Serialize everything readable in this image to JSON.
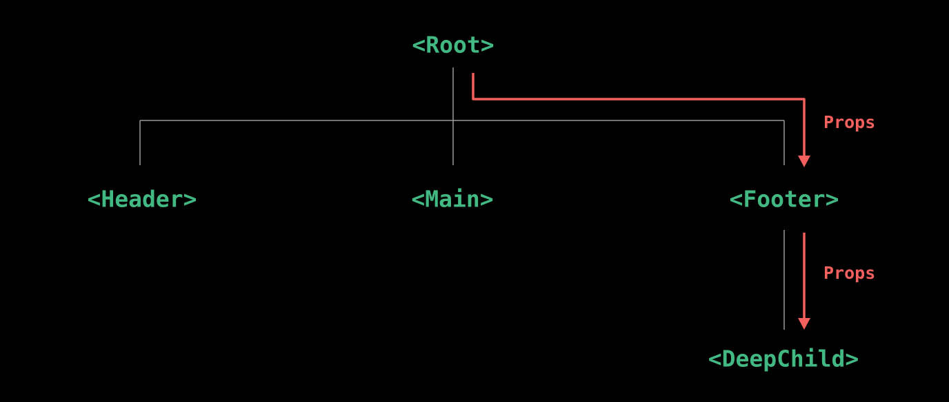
{
  "diagram": {
    "type": "component-tree",
    "nodes": [
      {
        "id": "root",
        "label": "<Root>"
      },
      {
        "id": "header",
        "label": "<Header>"
      },
      {
        "id": "main",
        "label": "<Main>"
      },
      {
        "id": "footer",
        "label": "<Footer>"
      },
      {
        "id": "deepchild",
        "label": "<DeepChild>"
      }
    ],
    "tree_edges": [
      {
        "from": "Root",
        "to": "Header"
      },
      {
        "from": "Root",
        "to": "Main"
      },
      {
        "from": "Root",
        "to": "Footer"
      },
      {
        "from": "Footer",
        "to": "DeepChild"
      }
    ],
    "props_edges": [
      {
        "from": "Root",
        "to": "Footer",
        "label": "Props"
      },
      {
        "from": "Footer",
        "to": "DeepChild",
        "label": "Props"
      }
    ]
  },
  "colors": {
    "background": "#000000",
    "node_text": "#42b883",
    "props": "#f3605e",
    "tree_line": "#9b9b9b"
  }
}
